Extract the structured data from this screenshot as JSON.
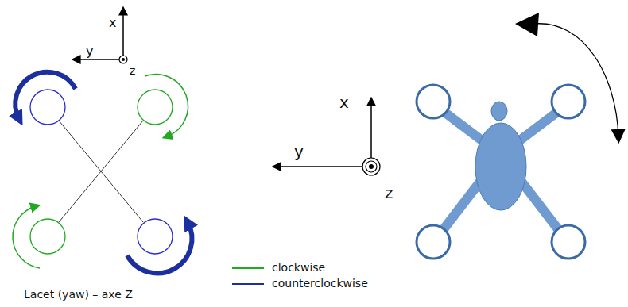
{
  "diagram": {
    "labels": [
      "x",
      "y",
      "z",
      "x",
      "y",
      "z",
      "Lacet (yaw) – axe Z"
    ],
    "legend": [
      {
        "text": "clockwise"
      },
      {
        "text": "counterclockwise"
      }
    ]
  }
}
